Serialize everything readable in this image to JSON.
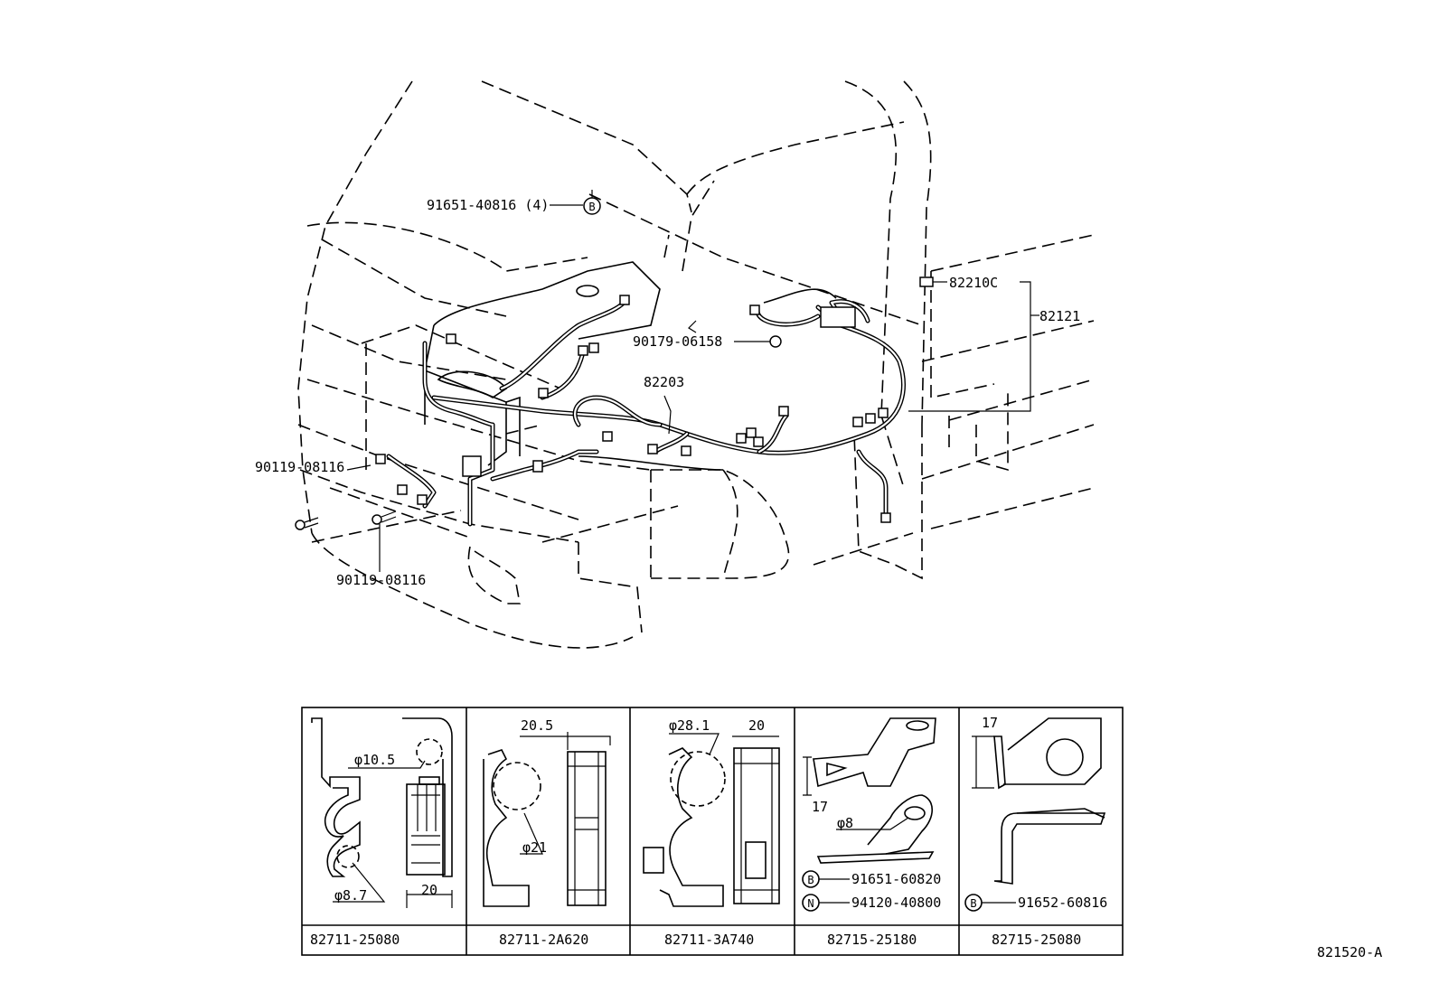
{
  "labels": {
    "grommet_bolt": "91651-40816 (4)",
    "relay_connector": "82210C",
    "relay_sub_harness": "82121",
    "clip_90179": "90179-06158",
    "engine_room_harness": "82203",
    "bolt_left_upper": "90119-08116",
    "bolt_left_lower": "90119-08116"
  },
  "clip_table": {
    "cells": [
      {
        "part_no": "82711-25080",
        "dims": [
          "φ10.5",
          "φ8.7",
          "20"
        ]
      },
      {
        "part_no": "82711-2A620",
        "dims": [
          "20.5",
          "φ21"
        ]
      },
      {
        "part_no": "82711-3A740",
        "dims": [
          "φ28.1",
          "20"
        ]
      },
      {
        "part_no": "82715-25180",
        "dims": [
          "17",
          "φ8"
        ],
        "fasteners": [
          {
            "mark": "B",
            "part_no": "91651-60820"
          },
          {
            "mark": "N",
            "part_no": "94120-40800"
          }
        ]
      },
      {
        "part_no": "82715-25080",
        "dims": [
          "17"
        ],
        "fasteners": [
          {
            "mark": "B",
            "part_no": "91652-60816"
          }
        ]
      }
    ]
  },
  "figure_id": "821520-A",
  "icons": {
    "bolt_b": "B",
    "nut_n": "N"
  }
}
